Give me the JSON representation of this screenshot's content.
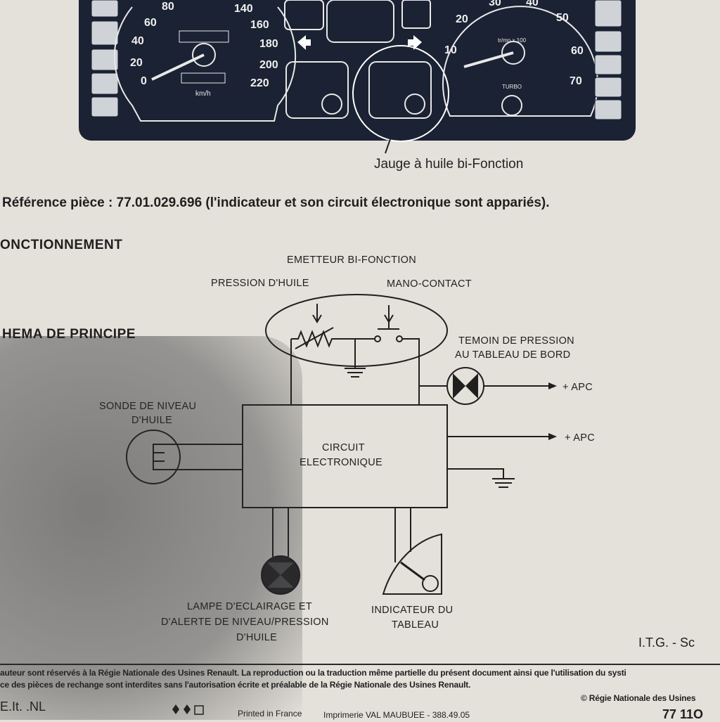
{
  "dashboard": {
    "speed_ticks": [
      "20",
      "40",
      "60",
      "80",
      "140",
      "160",
      "180",
      "200",
      "220",
      "0"
    ],
    "speed_unit": "km/h",
    "rev_ticks": [
      "10",
      "20",
      "30",
      "40",
      "50",
      "60",
      "70"
    ],
    "rev_unit": "tr/mn x 100",
    "turbo_label": "TURBO",
    "caption": "Jauge à huile bi-Fonction"
  },
  "reference": "Référence pièce : 77.01.029.696 (l'indicateur et son circuit électronique sont appariés).",
  "section_fonctionnement": "ONCTIONNEMENT",
  "section_schema": "HEMA DE PRINCIPE",
  "diagram": {
    "emetteur": "EMETTEUR BI-FONCTION",
    "pression": "PRESSION D'HUILE",
    "mano": "MANO-CONTACT",
    "temoin_1": "TEMOIN DE PRESSION",
    "temoin_2": "AU TABLEAU DE BORD",
    "apc_1": "+ APC",
    "apc_2": "+ APC",
    "sonde_1": "SONDE DE NIVEAU",
    "sonde_2": "D'HUILE",
    "circuit_1": "CIRCUIT",
    "circuit_2": "ELECTRONIQUE",
    "lampe_1": "LAMPE D'ECLAIRAGE ET",
    "lampe_2": "D'ALERTE DE NIVEAU/PRESSION",
    "lampe_3": "D'HUILE",
    "indic_1": "INDICATEUR DU",
    "indic_2": "TABLEAU"
  },
  "itg": "I.T.G. - Sc",
  "footer": {
    "line1": "auteur sont réservés à la Régie Nationale des Usines Renault. La reproduction ou la traduction même partielle du présent document ainsi que l'utilisation du systi",
    "line2": "ce des pièces de rechange sont interdites sans l'autorisation écrite et préalable de la Régie Nationale des Usines Renault.",
    "copyright": "© Régie Nationale des Usines",
    "langs": "E.It. .NL",
    "printed": "Printed in France",
    "imprimerie": "Imprimerie VAL MAUBUEE - 388.49.05",
    "code": "77 11O"
  }
}
